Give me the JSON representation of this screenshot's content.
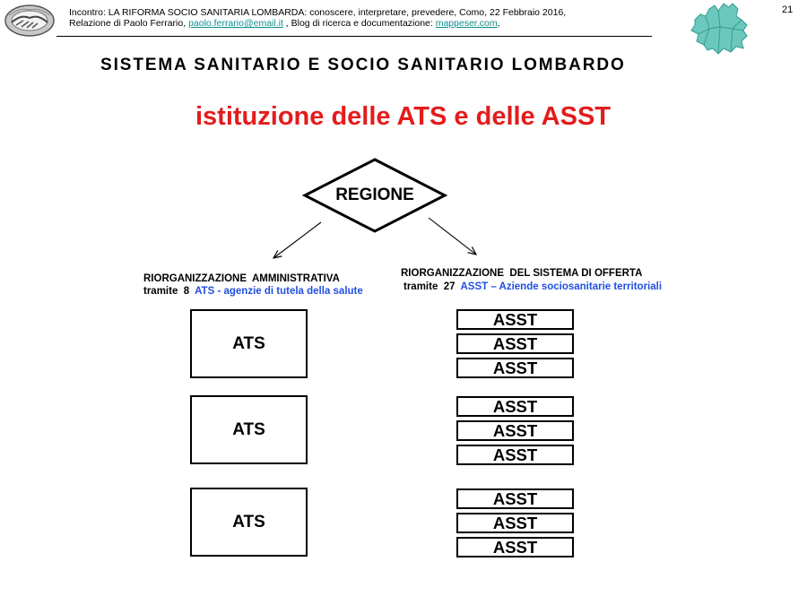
{
  "header": {
    "line1": "Incontro: LA RIFORMA SOCIO SANITARIA LOMBARDA: conoscere, interpretare, prevedere, Como, 22 Febbraio 2016,",
    "line2_prefix": "Relazione di Paolo Ferrario, ",
    "email": "paolo.ferrario@email.it",
    "line2_mid": " , Blog di ricerca e documentazione: ",
    "blog": "mappeser.com",
    "line2_suffix": ","
  },
  "page_number": "21",
  "title": "SISTEMA SANITARIO E SOCIO SANITARIO LOMBARDO",
  "subtitle": "istituzione delle ATS e delle ASST",
  "diagram": {
    "root": "REGIONE",
    "left": {
      "heading": "RIORGANIZZAZIONE  AMMINISTRATIVA",
      "via": "tramite  8  ",
      "highlight": "ATS - agenzie di tutela della salute",
      "boxes": [
        "ATS",
        "ATS",
        "ATS"
      ]
    },
    "right": {
      "heading": "RIORGANIZZAZIONE  DEL SISTEMA DI OFFERTA",
      "via": "tramite  27  ",
      "highlight": "ASST – Aziende sociosanitarie territoriali",
      "groups": [
        [
          "ASST",
          "ASST",
          "ASST"
        ],
        [
          "ASST",
          "ASST",
          "ASST"
        ],
        [
          "ASST",
          "ASST",
          "ASST"
        ]
      ]
    }
  },
  "icons": {
    "logo": "handshake-logo-icon",
    "map": "lombardy-map-icon"
  },
  "colors": {
    "subtitle": "#e31c1c",
    "highlight": "#1f4fe0",
    "link": "#0f8e8e",
    "map_fill": "#6cc7bd",
    "map_lines": "#2f9c92"
  }
}
